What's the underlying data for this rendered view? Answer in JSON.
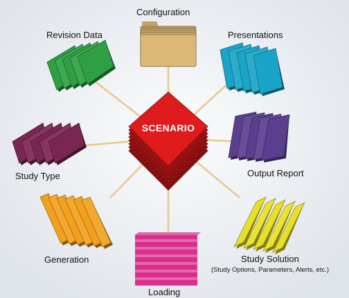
{
  "diagram": {
    "center": {
      "label": "SCENARIO",
      "color": "#e01b1b"
    },
    "nodes": [
      {
        "id": "configuration",
        "label": "Configuration",
        "color": "#d9b46e",
        "icon": "folder-stack-icon"
      },
      {
        "id": "presentations",
        "label": "Presentations",
        "color": "#1aa5c8",
        "icon": "slide-stack-icon"
      },
      {
        "id": "output-report",
        "label": "Output Report",
        "color": "#5b3f8f",
        "icon": "slide-stack-icon"
      },
      {
        "id": "study-solution",
        "label": "Study Solution",
        "sublabel": "(Study Options, Parameters, Alerts, etc.)",
        "color": "#e8df2a",
        "icon": "slide-stack-icon"
      },
      {
        "id": "loading",
        "label": "Loading",
        "color": "#d92f8c",
        "icon": "striped-block-icon"
      },
      {
        "id": "generation",
        "label": "Generation",
        "color": "#f2a01e",
        "icon": "slide-stack-icon"
      },
      {
        "id": "study-type",
        "label": "Study Type",
        "color": "#7a2652",
        "icon": "slide-stack-icon"
      },
      {
        "id": "revision-data",
        "label": "Revision Data",
        "color": "#2ea043",
        "icon": "slide-stack-icon"
      }
    ],
    "connector_color": "#e8c88a"
  }
}
